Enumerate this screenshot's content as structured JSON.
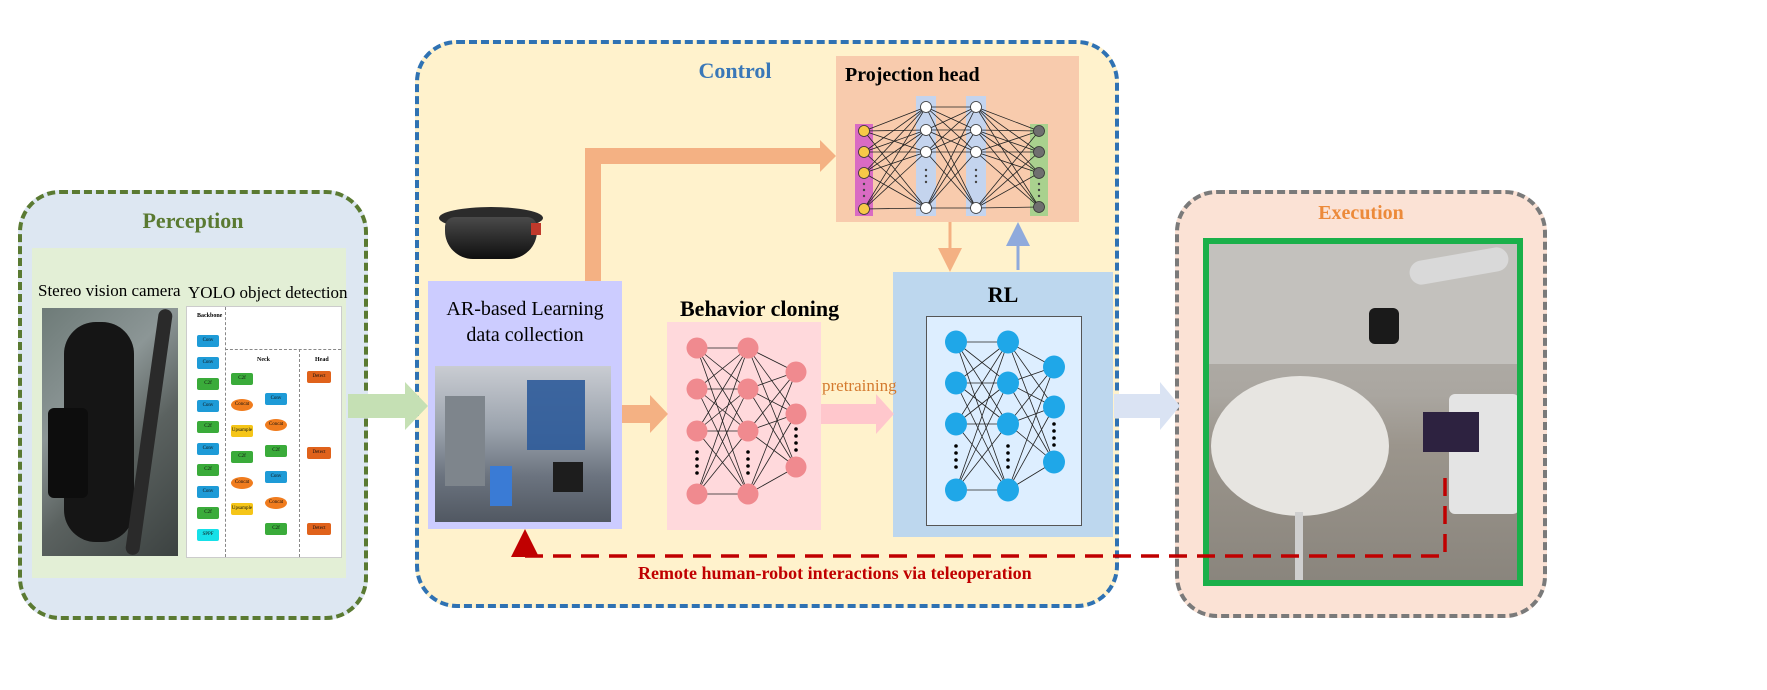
{
  "perception": {
    "title": "Perception",
    "camera_label": "Stereo vision camera",
    "yolo_label": "YOLO object detection",
    "yolo_backbone": "Backbone",
    "yolo_neck": "Neck",
    "yolo_head": "Head",
    "yolo_backbone_blocks": [
      "Conv",
      "Conv",
      "C2f",
      "Conv",
      "C2f",
      "Conv",
      "C2f",
      "Conv",
      "C2f",
      "SPPF"
    ],
    "yolo_neck_blocks": [
      "C2f",
      "Concat",
      "Upsample",
      "C2f",
      "Concat",
      "Upsample",
      "Conv",
      "Concat",
      "C2f",
      "Conv",
      "Concat",
      "C2f"
    ],
    "yolo_head_blocks": [
      "Detect",
      "Detect",
      "Detect"
    ]
  },
  "control": {
    "title": "Control",
    "ar_label_line1": "AR-based Learning",
    "ar_label_line2": "data collection",
    "behavior_cloning": "Behavior cloning",
    "pretraining": "pretraining",
    "projection_head": "Projection head",
    "rl": "RL",
    "teleop": "Remote human-robot interactions via teleoperation"
  },
  "execution": {
    "title": "Execution"
  },
  "colors": {
    "perception_border": "#5a7a32",
    "perception_title": "#5a7a32",
    "control_border": "#2f72b3",
    "control_title": "#3a78b8",
    "execution_border": "#7a7a7a",
    "execution_title": "#ec8a3a",
    "teleop": "#c00000",
    "orange_arrow": "#f4b183",
    "pink_node": "#f08a8f",
    "blue_node": "#1fa7e8"
  }
}
